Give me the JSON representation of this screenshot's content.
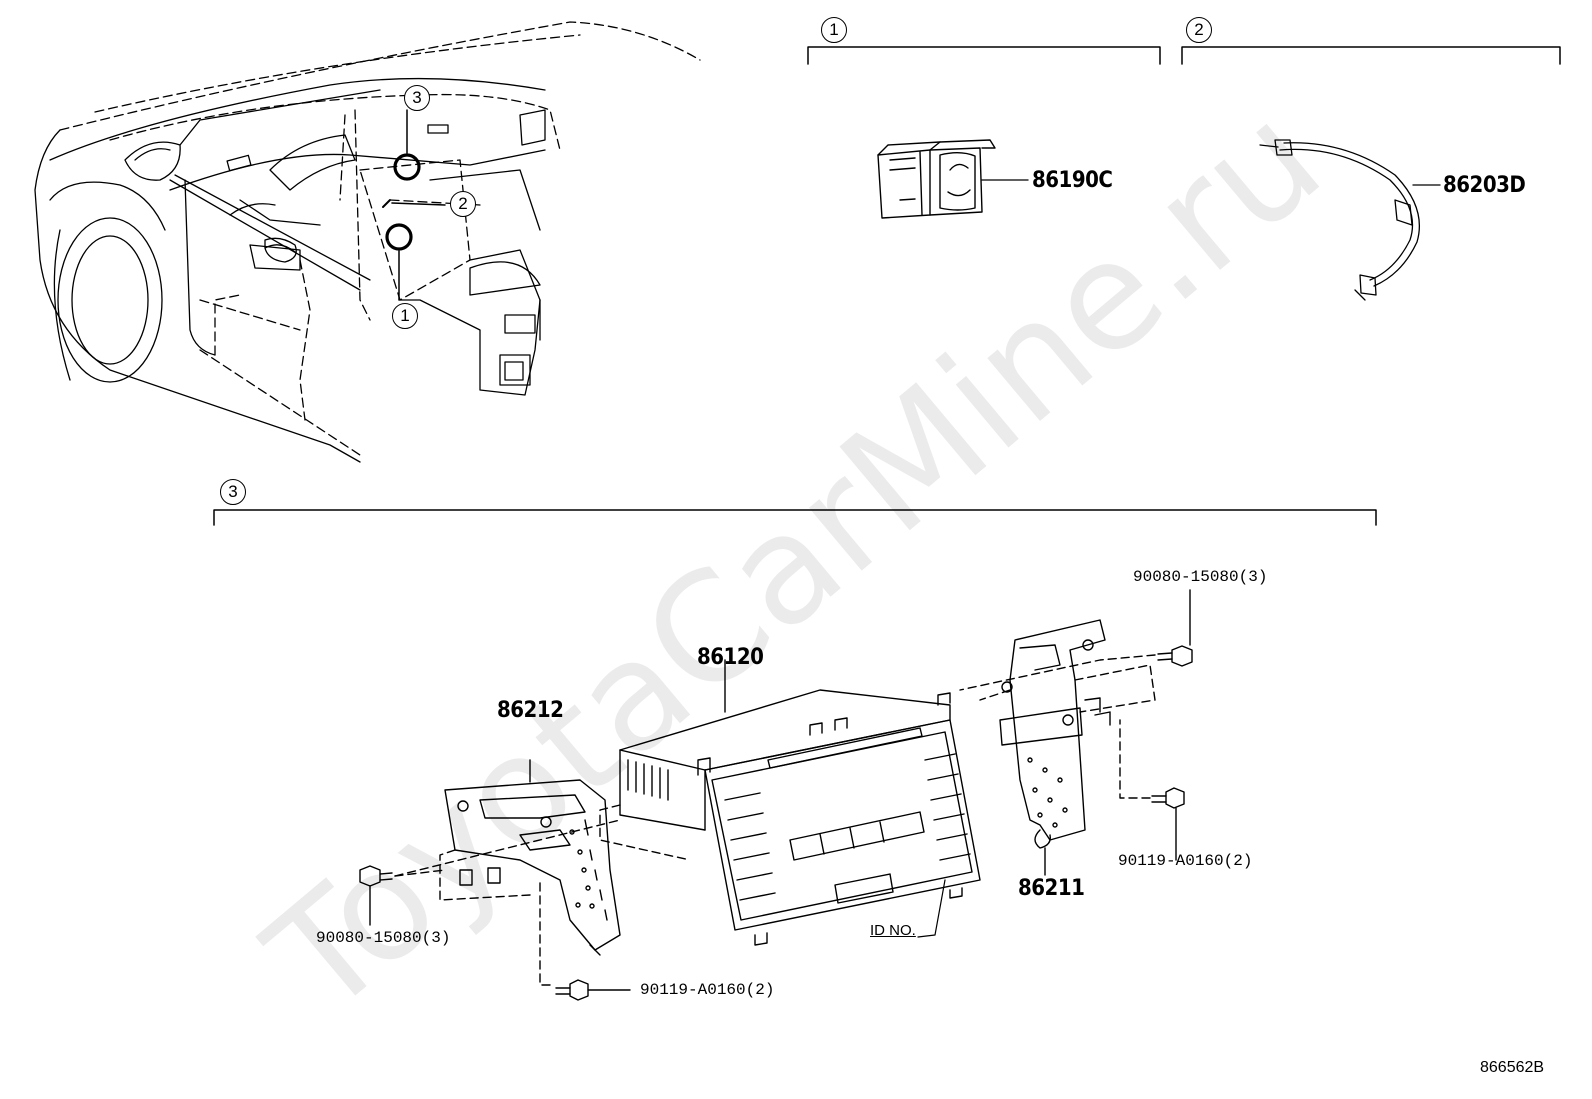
{
  "watermark": "ToyotaCarMine.ru",
  "diagram_id": "866562B",
  "callouts": {
    "c1": "1",
    "c2": "2",
    "c3": "3"
  },
  "parts": {
    "switch": "86190C",
    "wire": "86203D",
    "receiver": "86120",
    "bracket_left": "86212",
    "bracket_right": "86211",
    "screw_top_right": "90080-15080(3)",
    "screw_left": "90080-15080(3)",
    "bolt_right": "90119-A0160(2)",
    "bolt_bottom": "90119-A0160(2)",
    "id_no": "ID NO."
  }
}
